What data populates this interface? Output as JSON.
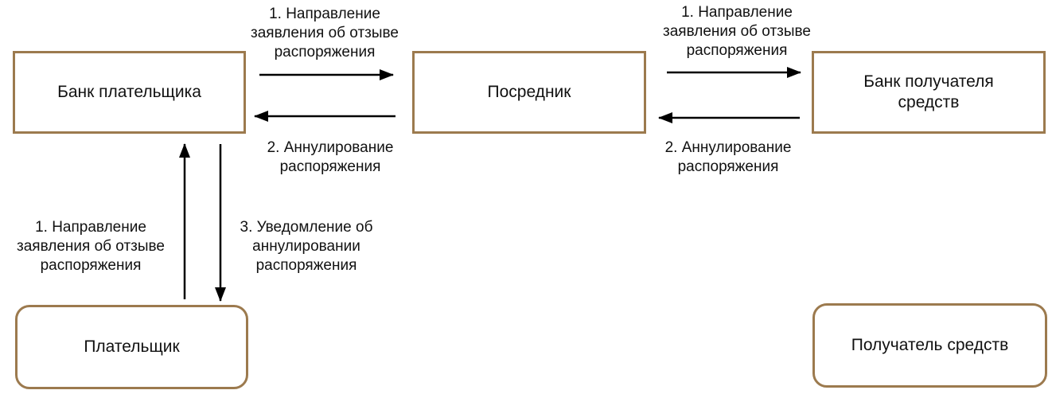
{
  "nodes": {
    "payer_bank": "Банк плательщика",
    "intermediary": "Посредник",
    "payee_bank_line1": "Банк получателя",
    "payee_bank_line2": "средств",
    "payer": "Плательщик",
    "payee": "Получатель средств"
  },
  "edges": {
    "top_left_request": [
      "1. Направление",
      "заявления об отзыве",
      "распоряжения"
    ],
    "top_right_request": [
      "1. Направление",
      "заявления об отзыве",
      "распоряжения"
    ],
    "mid_left_cancel": [
      "2. Аннулирование",
      "распоряжения"
    ],
    "mid_right_cancel": [
      "2. Аннулирование",
      "распоряжения"
    ],
    "vertical_request": [
      "1. Направление",
      "заявления об отзыве",
      "распоряжения"
    ],
    "vertical_notify": [
      "3. Уведомление об",
      "аннулировании",
      "распоряжения"
    ]
  },
  "colors": {
    "box_border": "#9c7a4e",
    "arrow": "#000000"
  }
}
